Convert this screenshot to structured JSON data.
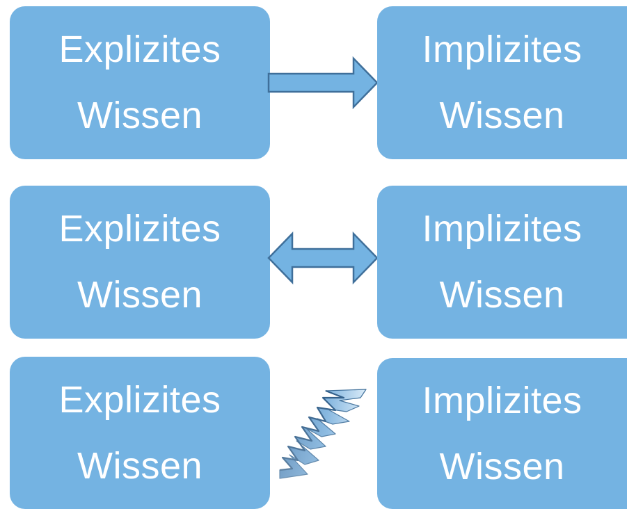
{
  "rows": [
    {
      "left": {
        "line1": "Explizites",
        "line2": "Wissen"
      },
      "right": {
        "line1": "Implizites",
        "line2": "Wissen"
      },
      "connector": "single-arrow-right"
    },
    {
      "left": {
        "line1": "Explizites",
        "line2": "Wissen"
      },
      "right": {
        "line1": "Implizites",
        "line2": "Wissen"
      },
      "connector": "double-arrow"
    },
    {
      "left": {
        "line1": "Explizites",
        "line2": "Wissen"
      },
      "right": {
        "line1": "Implizites",
        "line2": "Wissen"
      },
      "connector": "zigzag-break"
    }
  ],
  "colors": {
    "box_fill": "#74b3e2",
    "box_text": "#ffffff",
    "arrow_fill": "#74b3e2",
    "arrow_stroke": "#3f6f9a"
  }
}
